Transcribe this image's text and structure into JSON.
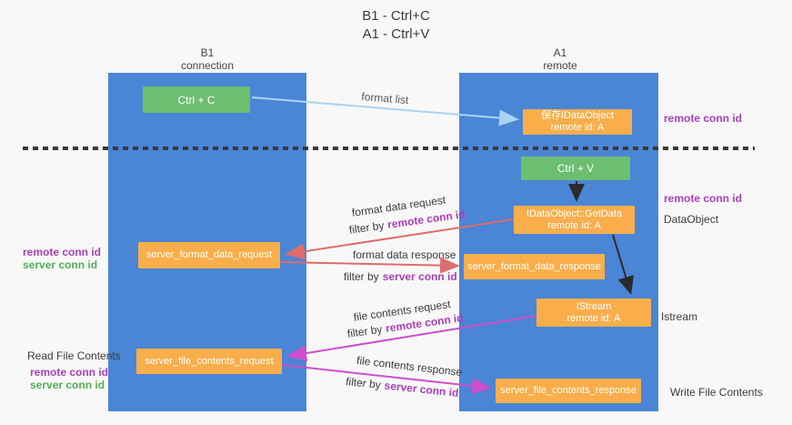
{
  "title": {
    "line1": "B1 - Ctrl+C",
    "line2": "A1 - Ctrl+V"
  },
  "columns": {
    "left": {
      "header_line1": "B1",
      "header_line2": "connection"
    },
    "right": {
      "header_line1": "A1",
      "header_line2": "remote"
    }
  },
  "boxes": {
    "ctrl_c": "Ctrl + C",
    "ctrl_v": "Ctrl + V",
    "save_idataobject_line1": "保存IDataObject",
    "save_idataobject_line2": "remote id: A",
    "getdata_line1": "IDataObject::GetData",
    "getdata_line2": "remote id: A",
    "format_request": "server_format_data_request",
    "format_response": "server_format_data_response",
    "istream_line1": "IStream",
    "istream_line2": "remote id: A",
    "file_request": "server_file_contents_request",
    "file_response": "server_file_contents_response"
  },
  "arrow_labels": {
    "format_list": "format list",
    "format_data_request": "format data request",
    "format_data_response": "format data response",
    "file_contents_request": "file contents request",
    "file_contents_response": "file contents response",
    "filter_by": "filter by",
    "remote_conn_id": "remote conn id",
    "server_conn_id": "server conn id"
  },
  "side_labels": {
    "right_remote_conn_id_top": "remote conn id",
    "right_remote_conn_id_mid": "remote conn id",
    "dataobject": "DataObject",
    "istream": "Istream",
    "write_file_contents": "Write File Contents",
    "left_remote_conn_id_top": "remote conn id",
    "left_server_conn_id_top": "server conn id",
    "read_file_contents": "Read File Contents",
    "left_remote_conn_id_bottom": "remote conn id",
    "left_server_conn_id_bottom": "server conn id"
  },
  "colors": {
    "column_blue": "#4a85d6",
    "box_orange": "#f9ae4b",
    "box_green": "#6cbe70",
    "arrow_light_blue": "#a9d3f2",
    "arrow_red": "#e06b6b",
    "arrow_magenta": "#cc4fcc",
    "arrow_black": "#2b2b2b",
    "label_purple": "#aa3fba",
    "label_green": "#53ae57",
    "dashed_line": "#3a3a3a",
    "background": "#f8f8f8"
  }
}
